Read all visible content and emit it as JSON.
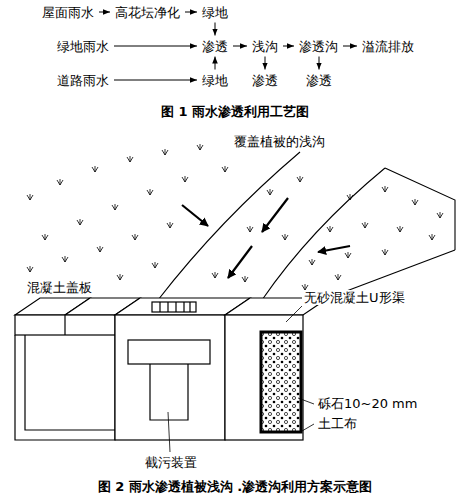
{
  "diagram": {
    "caption": "图 2 雨水渗透植被浅沟 .渗透沟利用方案示意图",
    "nodes": [
      {
        "text": [
          "屋面雨水"
        ]
      },
      {
        "text": [
          "高花坛净化"
        ]
      },
      {
        "text": [
          "绿地"
        ]
      },
      {
        "text": [
          "绿地雨水"
        ]
      },
      {
        "text": [
          "渗透"
        ]
      },
      {
        "text": [
          "浅沟"
        ]
      },
      {
        "text": [
          "渗透沟"
        ]
      },
      {
        "text": [
          "溢流排放"
        ]
      },
      {
        "text": [
          "道路雨水"
        ]
      },
      {
        "text": [
          "绿地"
        ]
      },
      {
        "text": [
          "渗透"
        ]
      },
      {
        "text": [
          "渗透"
        ]
      }
    ],
    "edges": [
      {
        "from": 0,
        "to": 1,
        "arrow": "to"
      },
      {
        "from": 1,
        "to": 2,
        "arrow": "to"
      },
      {
        "from": 2,
        "to": 4,
        "arrow": "to"
      },
      {
        "from": 3,
        "to": 4,
        "arrow": "to"
      },
      {
        "from": 4,
        "to": 5,
        "arrow": "to"
      },
      {
        "from": 5,
        "to": 6,
        "arrow": "to"
      },
      {
        "from": 6,
        "to": 7,
        "arrow": "to"
      },
      {
        "from": 8,
        "to": 9,
        "arrow": "to"
      },
      {
        "from": 9,
        "to": 4,
        "arrow": "to"
      },
      {
        "from": 5,
        "to": 10,
        "arrow": "to"
      },
      {
        "from": 6,
        "to": 11,
        "arrow": "to"
      }
    ],
    "labels": [
      "图 1 雨水渗透利用工艺图",
      "覆盖植被的浅沟",
      "混凝土盖板",
      "无砂混凝土U形渠",
      "砾石10~20 mm",
      "土工布",
      "截污装置"
    ]
  }
}
